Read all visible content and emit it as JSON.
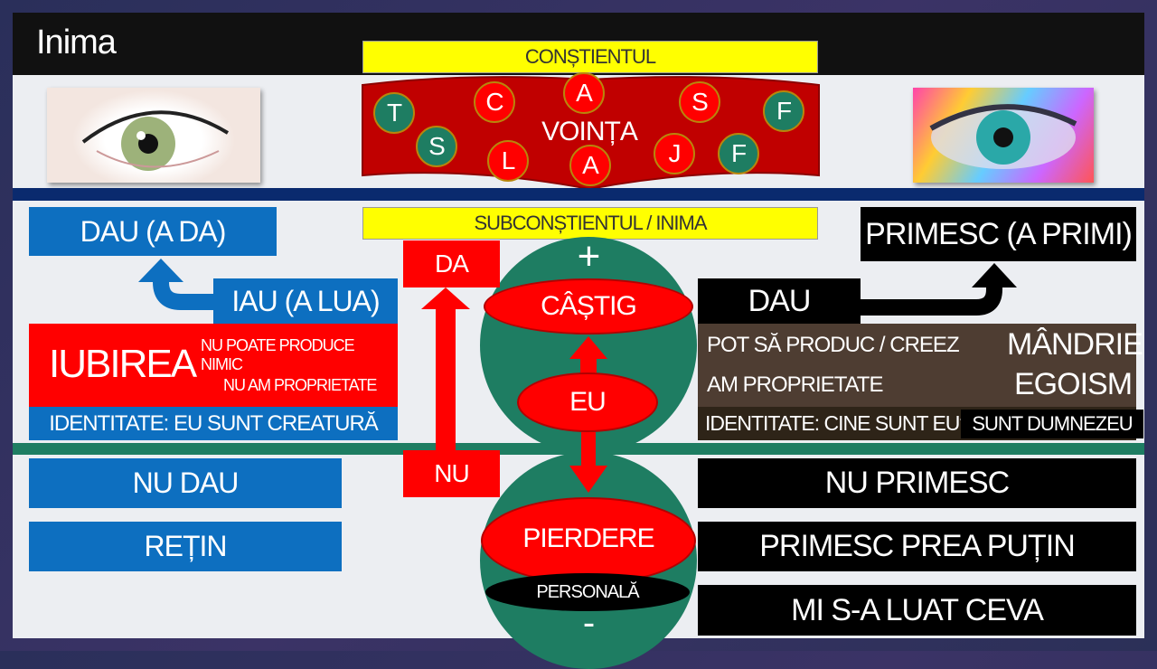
{
  "title": "Inima",
  "constient": "CONȘTIENTUL",
  "vointa": "VOINȚA",
  "circles": [
    "T",
    "C",
    "A",
    "S",
    "L",
    "A",
    "S",
    "F",
    "J",
    "F"
  ],
  "subconstient": "SUBCONȘTIENTUL / INIMA",
  "left": {
    "dau": "DAU (A DA)",
    "iau": "IAU (A LUA)",
    "iubirea": "IUBIREA",
    "line1": "NU POATE PRODUCE NIMIC",
    "line2": "NU AM PROPRIETATE",
    "identitate": "IDENTITATE: EU SUNT CREATURĂ",
    "nu_dau": "NU DAU",
    "retin": "REȚIN"
  },
  "center": {
    "da": "DA",
    "nu": "NU",
    "plus": "+",
    "castig": "CÂȘTIG",
    "eu": "EU",
    "pierdere": "PIERDERE",
    "personala": "PERSONALĂ",
    "minus": "-"
  },
  "right": {
    "primesc": "PRIMESC (A PRIMI)",
    "dau": "DAU",
    "line1": "POT SĂ PRODUC / CREEZ",
    "line2": "AM PROPRIETATE",
    "mandrie": "MÂNDRIE",
    "egoism": "EGOISM",
    "identitate": "IDENTITATE: CINE SUNT EU?",
    "dumnezeu": "SUNT DUMNEZEU",
    "nu_primesc": "NU PRIMESC",
    "prea_putin": "PRIMESC PREA PUȚIN",
    "luat": "MI S-A LUAT CEVA"
  }
}
